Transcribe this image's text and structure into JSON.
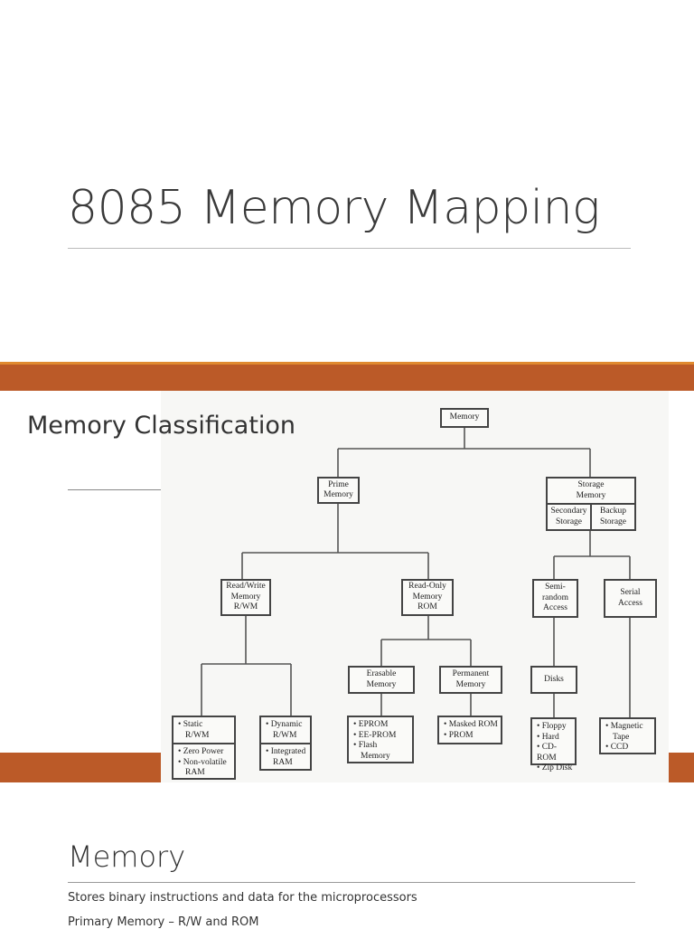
{
  "slide1": {
    "title": "8085 Memory Mapping"
  },
  "slide2": {
    "title": "Memory Classification",
    "diagram": {
      "memory": "Memory",
      "prime": [
        "Prime",
        "Memory"
      ],
      "storage": [
        "Storage",
        "Memory"
      ],
      "secondary": [
        "Secondary",
        "Storage"
      ],
      "backup": [
        "Backup",
        "Storage"
      ],
      "rw": [
        "Read/Write",
        "Memory",
        "R/WM"
      ],
      "rom": [
        "Read-Only",
        "Memory",
        "ROM"
      ],
      "semi": [
        "Semi-",
        "random",
        "Access"
      ],
      "serial": [
        "Serial",
        "Access"
      ],
      "erasable": [
        "Erasable",
        "Memory"
      ],
      "permanent": [
        "Permanent",
        "Memory"
      ],
      "disks": "Disks",
      "static": [
        "• Static",
        "R/WM"
      ],
      "static_sub": [
        "• Zero Power",
        "• Non-volatile",
        "RAM"
      ],
      "dynamic": [
        "• Dynamic",
        "R/WM"
      ],
      "dynamic_sub": [
        "• Integrated",
        "RAM"
      ],
      "erasable_list": [
        "• EPROM",
        "• EE-PROM",
        "• Flash",
        "Memory"
      ],
      "permanent_list": [
        "• Masked ROM",
        "• PROM"
      ],
      "disks_list": [
        "• Floppy",
        "• Hard",
        "• CD-ROM",
        "• Zip Disk"
      ],
      "serial_list": [
        "• Magnetic",
        "Tape",
        "• CCD"
      ]
    }
  },
  "slide3": {
    "title": "Memory",
    "lines": [
      "Stores binary instructions and data for the microprocessors",
      "Primary Memory – R/W and ROM"
    ]
  },
  "colors": {
    "accent": "#bb5a28",
    "accent_top": "#e08a30"
  }
}
